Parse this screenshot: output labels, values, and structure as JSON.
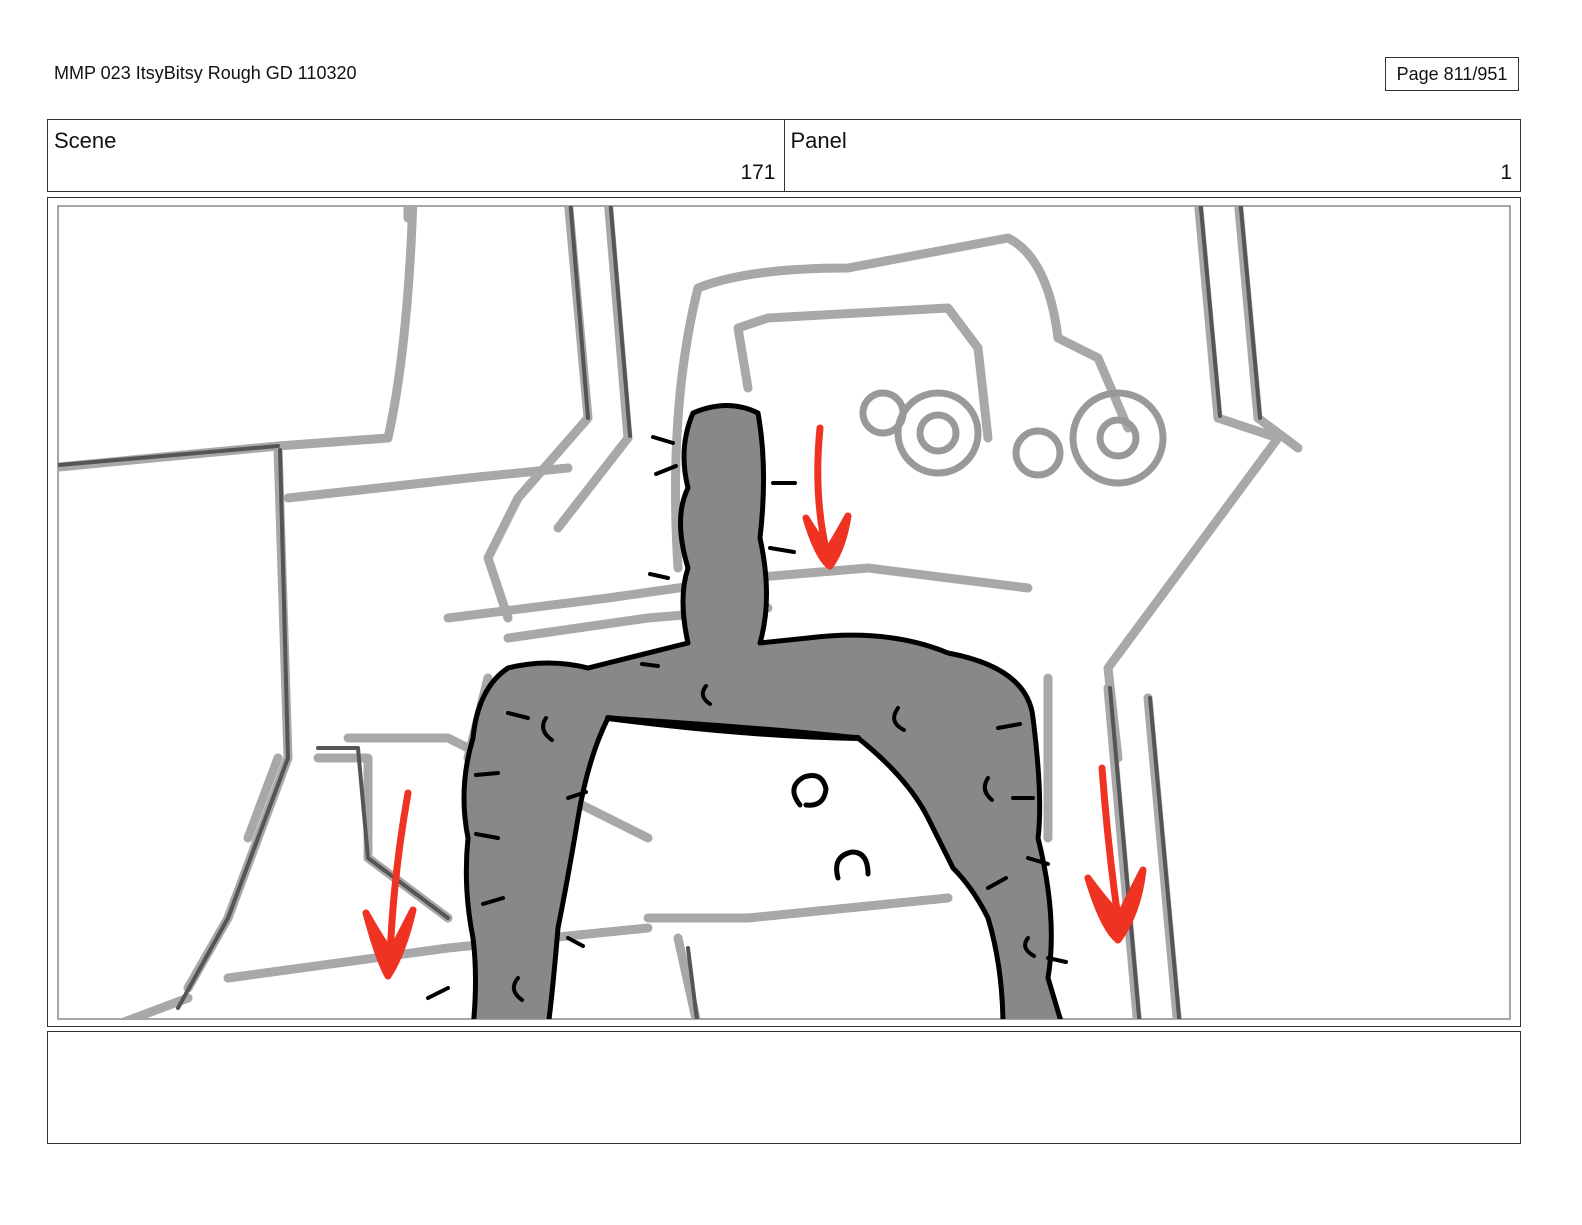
{
  "header": {
    "document_title": "MMP 023 ItsyBitsy Rough GD 110320",
    "page_indicator": "Page 811/951"
  },
  "scene": {
    "label": "Scene",
    "value": "171"
  },
  "panel": {
    "label": "Panel",
    "value": "1"
  },
  "artwork": {
    "description_icon": "storyboard-sketch",
    "colors": {
      "sketch_lines": "#9a9a9a",
      "dark_lines": "#444444",
      "creature_fill": "#888888",
      "ink": "#000000",
      "motion_arrows": "#ee3322"
    }
  },
  "notes": {
    "text": ""
  }
}
